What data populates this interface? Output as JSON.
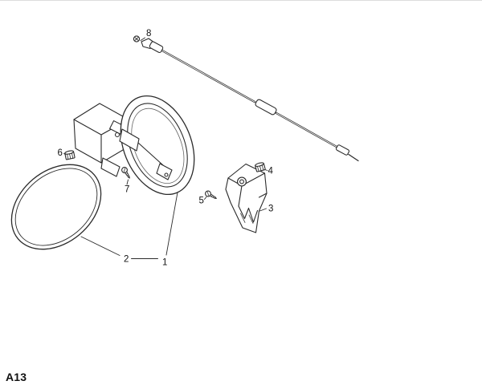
{
  "figure": {
    "code": "A13",
    "callouts": {
      "1": "1",
      "2": "2",
      "3": "3",
      "4": "4",
      "5": "5",
      "6": "6",
      "7": "7",
      "8": "8"
    },
    "colors": {
      "line": "#2b2b2b",
      "background": "#ffffff",
      "label_text": "#111111"
    }
  }
}
